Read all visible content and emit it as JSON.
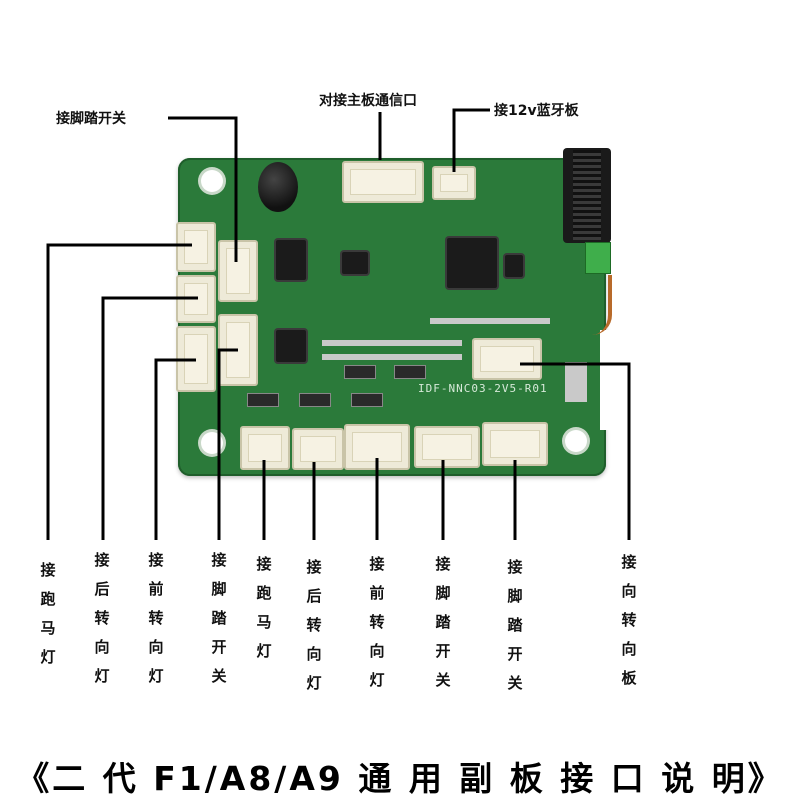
{
  "caption": "《二 代 F1/A8/A9 通 用 副 板 接 口 说 明》",
  "board_silkscreen": "IDF-NNC03-2V5-R01",
  "top_labels": {
    "foot_switch": "接脚踏开关",
    "main_board_port": "对接主板通信口",
    "bluetooth_12v": "接12v蓝牙板"
  },
  "bottom_labels": [
    "接跑马灯",
    "接后转向灯",
    "接前转向灯",
    "接脚踏开关",
    "接跑马灯",
    "接后转向灯",
    "接前转向灯",
    "接脚踏开关",
    "接脚踏开关",
    "接向转向板"
  ],
  "colors": {
    "pcb": "#2b7a3a",
    "connector": "#eeead8",
    "leader": "#000000"
  }
}
